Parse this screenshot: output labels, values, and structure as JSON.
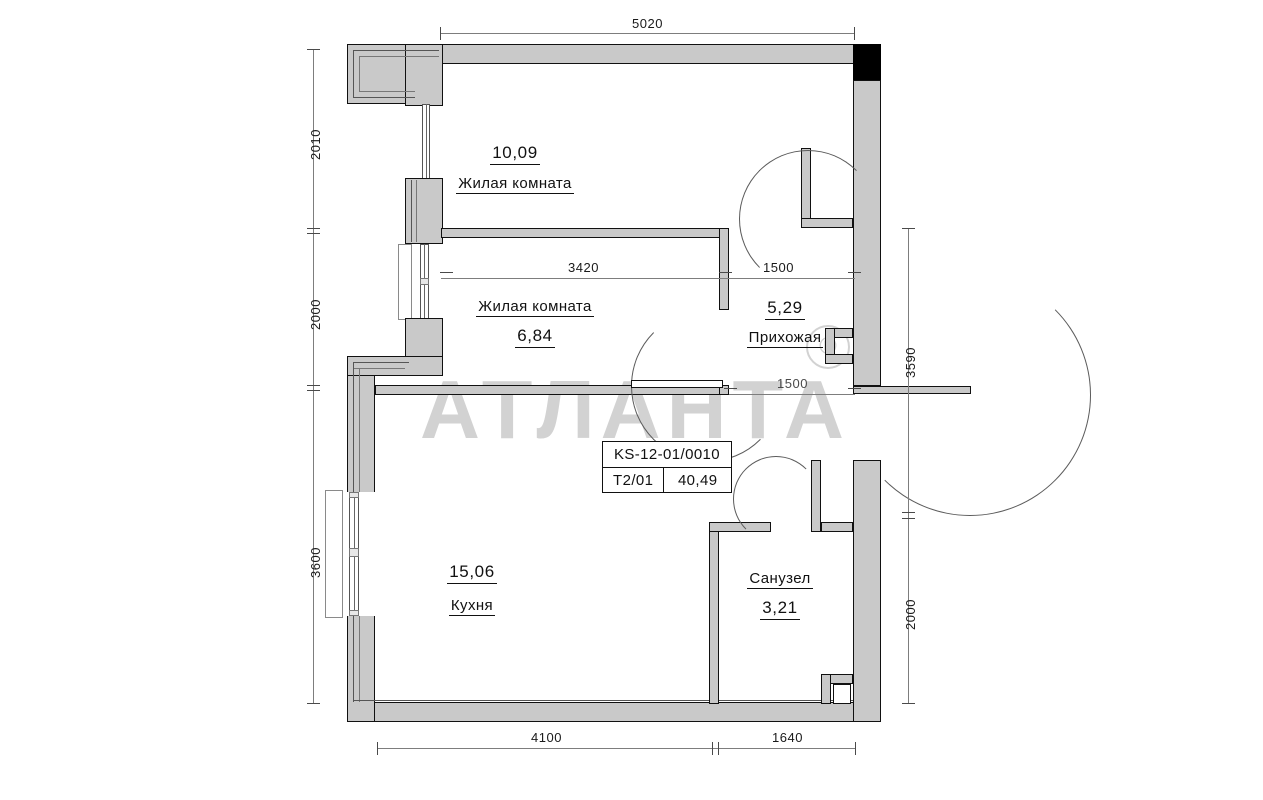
{
  "document": {
    "type": "floor-plan",
    "watermark": "АТЛАНТА",
    "watermark_mark": "®"
  },
  "stamp": {
    "code": "KS-12-01/0010",
    "unit_type": "T2/01",
    "total_area": "40,49"
  },
  "rooms": [
    {
      "id": "living-1",
      "name": "Жилая комната",
      "area": "10,09"
    },
    {
      "id": "living-2",
      "name": "Жилая комната",
      "area": "6,84"
    },
    {
      "id": "hall",
      "name": "Прихожая",
      "area": "5,29"
    },
    {
      "id": "kitchen",
      "name": "Кухня",
      "area": "15,06"
    },
    {
      "id": "bathroom",
      "name": "Санузел",
      "area": "3,21"
    }
  ],
  "dimensions": {
    "top": [
      {
        "value": "5020"
      }
    ],
    "left": [
      {
        "value": "2010"
      },
      {
        "value": "2000"
      },
      {
        "value": "3600"
      }
    ],
    "right": [
      {
        "value": "3590"
      },
      {
        "value": "2000"
      }
    ],
    "bottom": [
      {
        "value": "4100"
      },
      {
        "value": "1640"
      }
    ],
    "interior": [
      {
        "value": "3420"
      },
      {
        "value": "1500"
      },
      {
        "value": "1500"
      }
    ]
  }
}
